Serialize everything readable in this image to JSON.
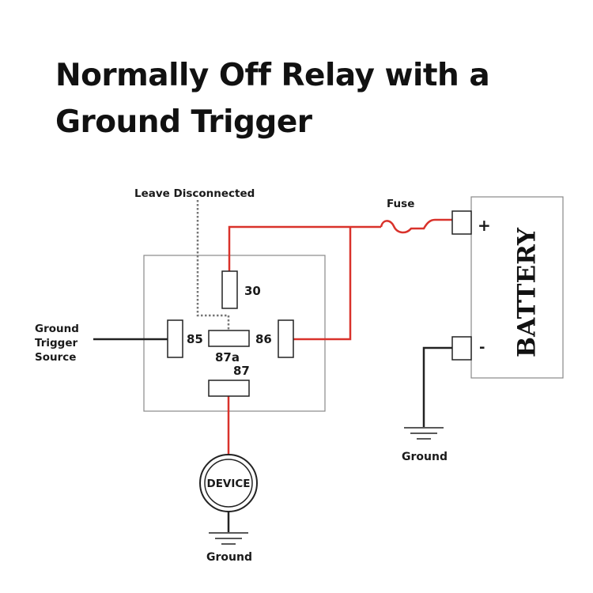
{
  "title": "Normally Off Relay with a Ground Trigger",
  "labels": {
    "leave_disconnected": "Leave Disconnected",
    "fuse": "Fuse",
    "ground_trigger_line1": "Ground",
    "ground_trigger_line2": "Trigger",
    "ground_trigger_line3": "Source",
    "ground_battery": "Ground",
    "ground_device": "Ground"
  },
  "pins": {
    "p30": "30",
    "p85": "85",
    "p87a": "87a",
    "p86": "86",
    "p87": "87"
  },
  "battery": {
    "label": "BATTERY",
    "plus": "+",
    "minus": "-"
  },
  "device": {
    "label": "DEVICE"
  },
  "colors": {
    "live_wire": "#d9322b",
    "ground_wire": "#222222",
    "outline": "#888888"
  }
}
